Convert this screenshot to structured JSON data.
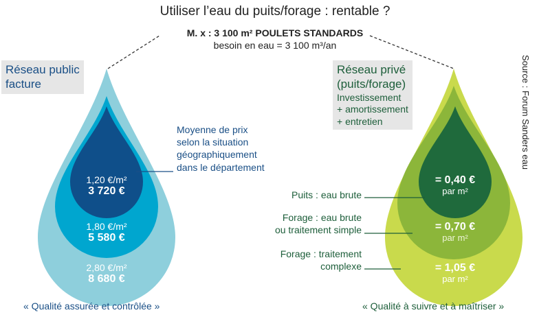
{
  "title": "Utiliser l’eau du puits/forage : rentable ?",
  "example_line1": "M. x : 3 100 m² POULETS STANDARDS",
  "example_line2": "besoin en eau = 3 100 m³/an",
  "source": "Source : Forum Sanders eau",
  "left": {
    "heading_line1": "Réseau public",
    "heading_line2": "facture",
    "note": [
      "Moyenne de prix",
      "selon la situation",
      "géographiquement",
      "dans le département"
    ],
    "levels": [
      {
        "unit_price": "1,20 €/m²",
        "total": "3 720 €"
      },
      {
        "unit_price": "1,80 €/m²",
        "total": "5 580 €"
      },
      {
        "unit_price": "2,80 €/m²",
        "total": "8 680 €"
      }
    ],
    "quality": "« Qualité assurée et contrôlée »",
    "colors": {
      "outer": "#8ecfdc",
      "middle": "#00a6cf",
      "inner": "#0f4f8a"
    }
  },
  "right": {
    "heading_line1": "Réseau privé",
    "heading_line2": "(puits/forage)",
    "details": [
      "Investissement",
      "+ amortissement",
      "+ entretien"
    ],
    "levels": [
      {
        "label": [
          "Puits : eau brute"
        ],
        "price": "= 0,40 €",
        "unit": "par m²"
      },
      {
        "label": [
          "Forage : eau brute",
          "ou traitement simple"
        ],
        "price": "= 0,70 €",
        "unit": "par m²"
      },
      {
        "label": [
          "Forage : traitement",
          "complexe"
        ],
        "price": "= 1,05 €",
        "unit": "par m²"
      }
    ],
    "quality": "« Qualité à suivre et à maîtriser »",
    "colors": {
      "outer": "#c9da4c",
      "middle": "#8cb63a",
      "inner": "#1f6a3c"
    }
  }
}
